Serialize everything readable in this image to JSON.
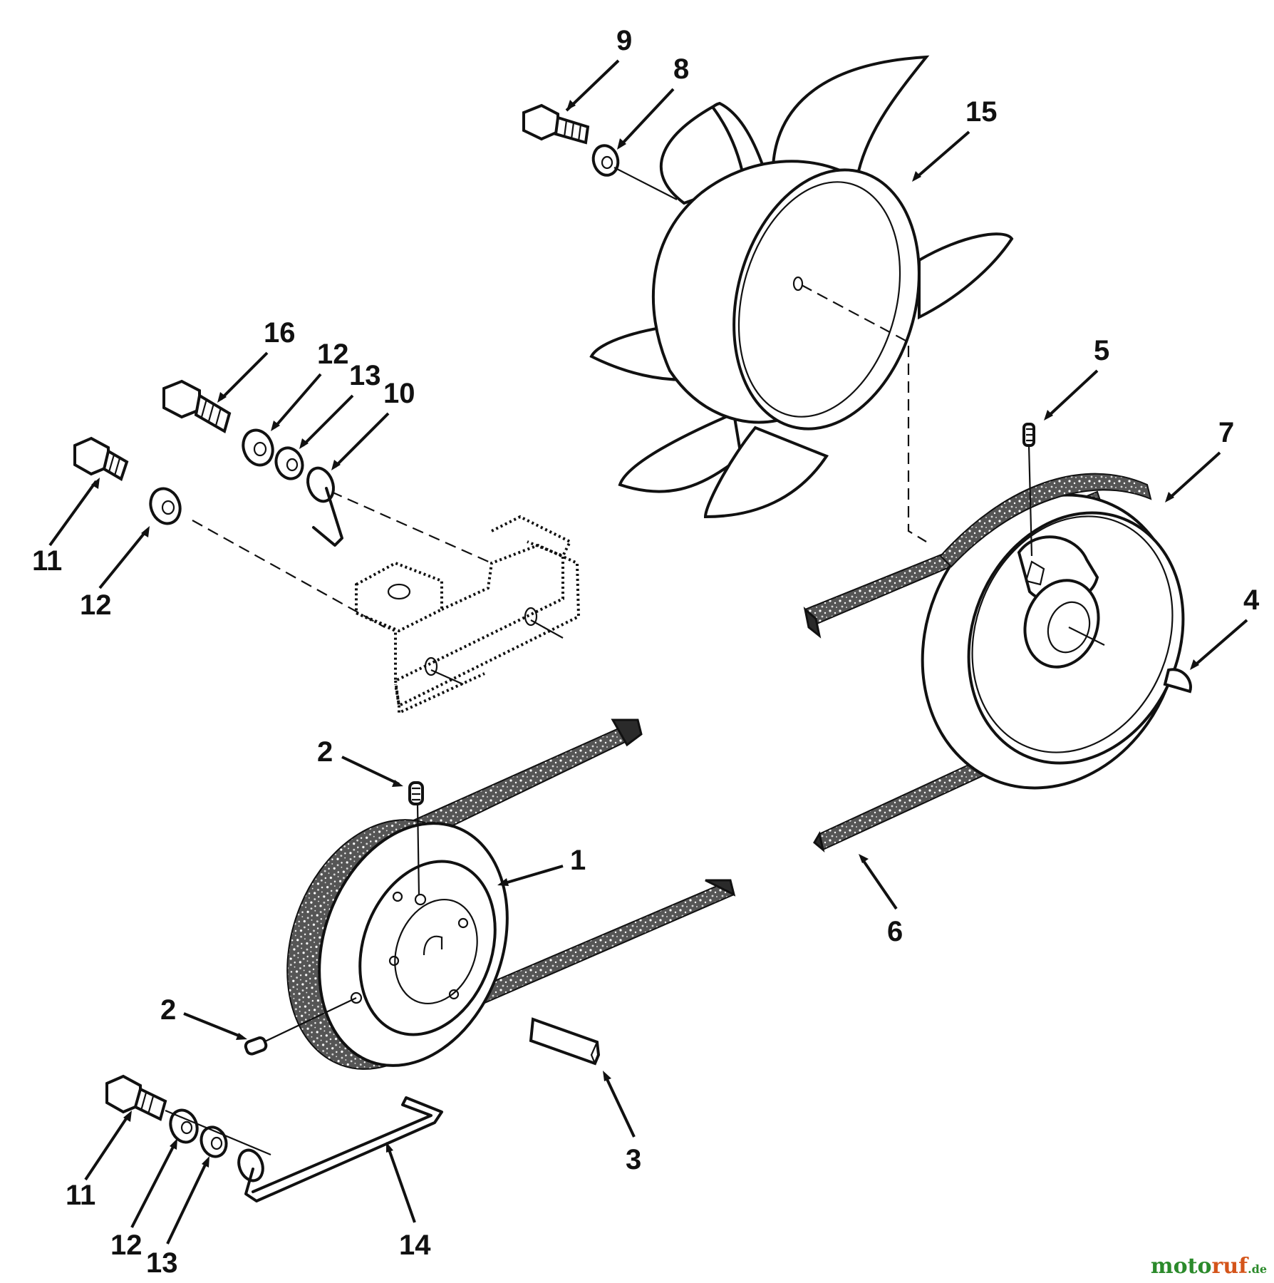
{
  "diagram": {
    "callouts": [
      {
        "id": "c9",
        "label": "9"
      },
      {
        "id": "c8",
        "label": "8"
      },
      {
        "id": "c15",
        "label": "15"
      },
      {
        "id": "c16",
        "label": "16"
      },
      {
        "id": "c12a",
        "label": "12"
      },
      {
        "id": "c13a",
        "label": "13"
      },
      {
        "id": "c10",
        "label": "10"
      },
      {
        "id": "c11a",
        "label": "11"
      },
      {
        "id": "c12b",
        "label": "12"
      },
      {
        "id": "c5",
        "label": "5"
      },
      {
        "id": "c7",
        "label": "7"
      },
      {
        "id": "c4",
        "label": "4"
      },
      {
        "id": "c2a",
        "label": "2"
      },
      {
        "id": "c1",
        "label": "1"
      },
      {
        "id": "c2b",
        "label": "2"
      },
      {
        "id": "c6",
        "label": "6"
      },
      {
        "id": "c3",
        "label": "3"
      },
      {
        "id": "c11b",
        "label": "11"
      },
      {
        "id": "c12c",
        "label": "12"
      },
      {
        "id": "c13b",
        "label": "13"
      },
      {
        "id": "c14",
        "label": "14"
      }
    ]
  },
  "watermark": {
    "part1": "moto",
    "part2": "ruf",
    "part3": ".de"
  }
}
